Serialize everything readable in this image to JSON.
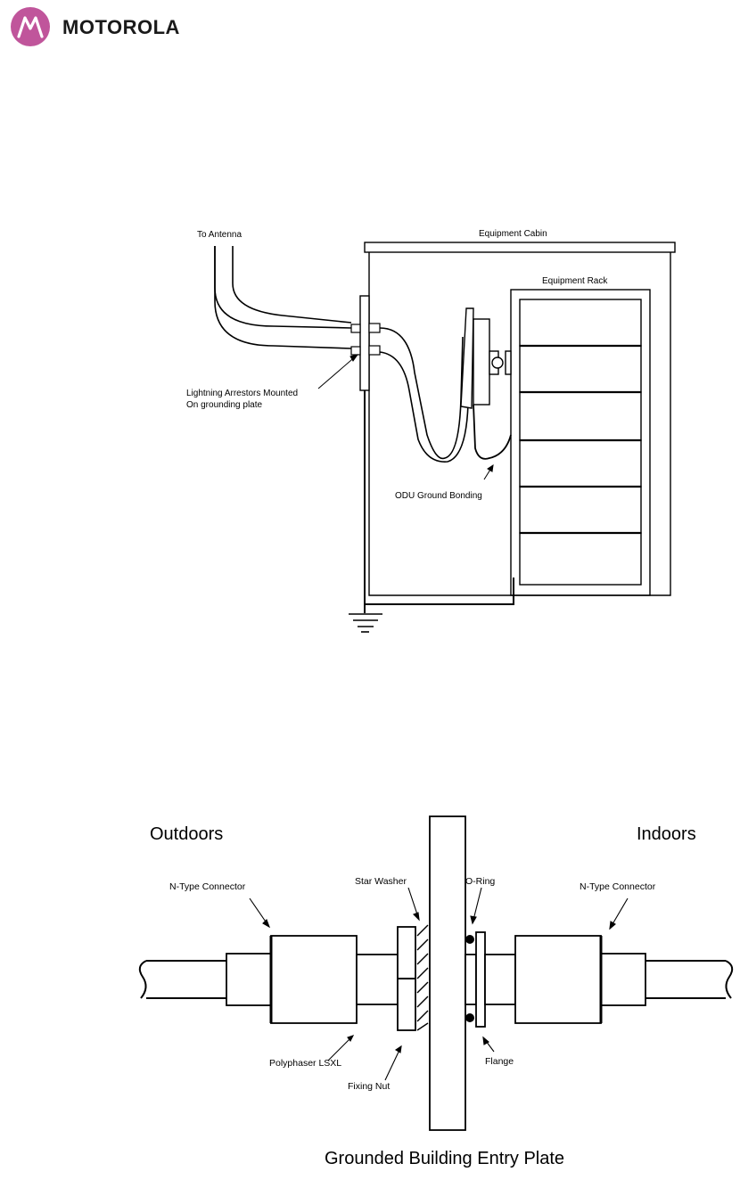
{
  "logo": {
    "brand_text": "MOTOROLA",
    "mark_color": "#c0559b"
  },
  "figure1": {
    "labels": {
      "to_antenna": "To Antenna",
      "equipment_cabin": "Equipment Cabin",
      "equipment_rack": "Equipment Rack",
      "arrestors_line1": "Lightning Arrestors Mounted",
      "arrestors_line2": "On grounding plate",
      "odu_ground": "ODU Ground Bonding"
    }
  },
  "figure2": {
    "labels": {
      "outdoors": "Outdoors",
      "indoors": "Indoors",
      "n_type_left": "N-Type Connector",
      "star_washer": "Star Washer",
      "o_ring": "O-Ring",
      "n_type_right": "N-Type Connector",
      "polyphaser": "Polyphaser LSXL",
      "fixing_nut": "Fixing Nut",
      "flange": "Flange",
      "plate_caption": "Grounded Building Entry Plate"
    }
  }
}
